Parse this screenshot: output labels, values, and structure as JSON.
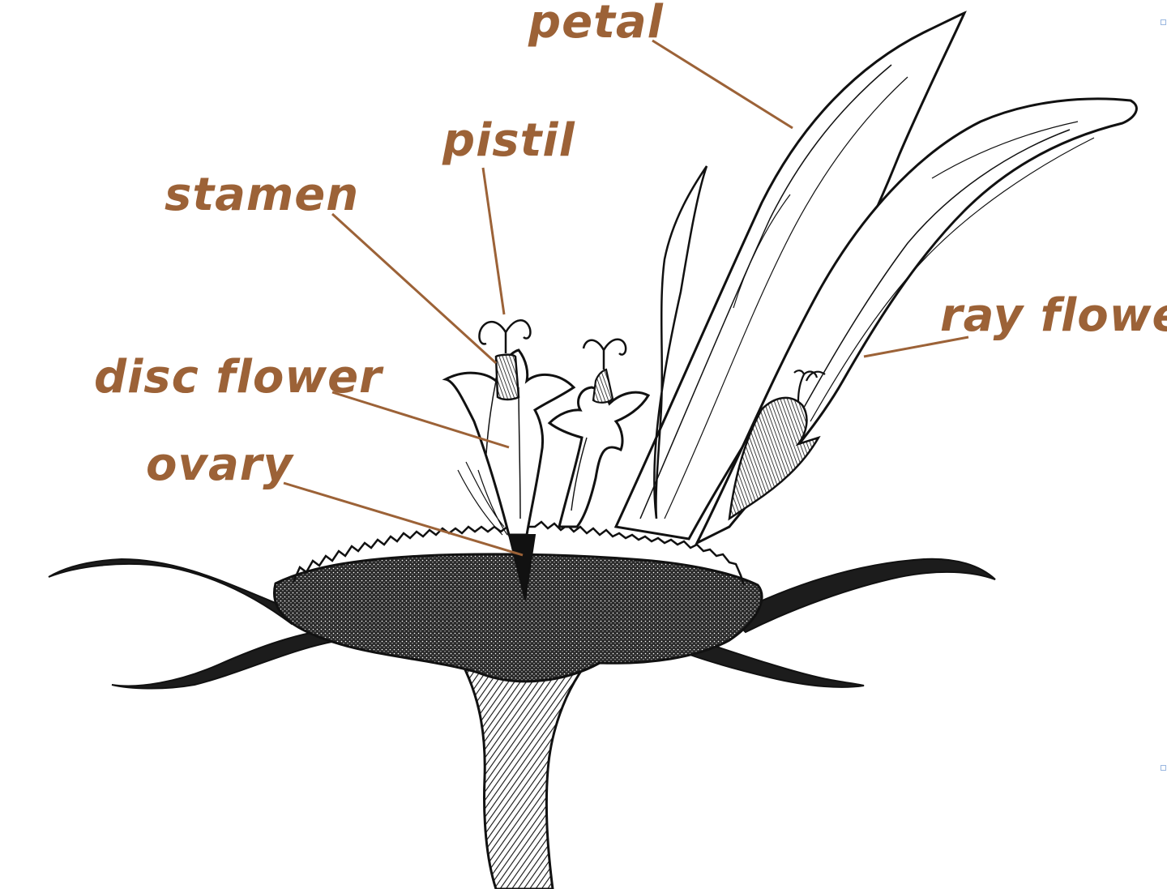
{
  "diagram": {
    "label_color": "#9c6237",
    "ink_color": "#111111",
    "labels": {
      "petal": "petal",
      "pistil": "pistil",
      "stamen": "stamen",
      "ray_flower": "ray flower",
      "disc_flower": "disc flower",
      "ovary": "ovary"
    }
  }
}
